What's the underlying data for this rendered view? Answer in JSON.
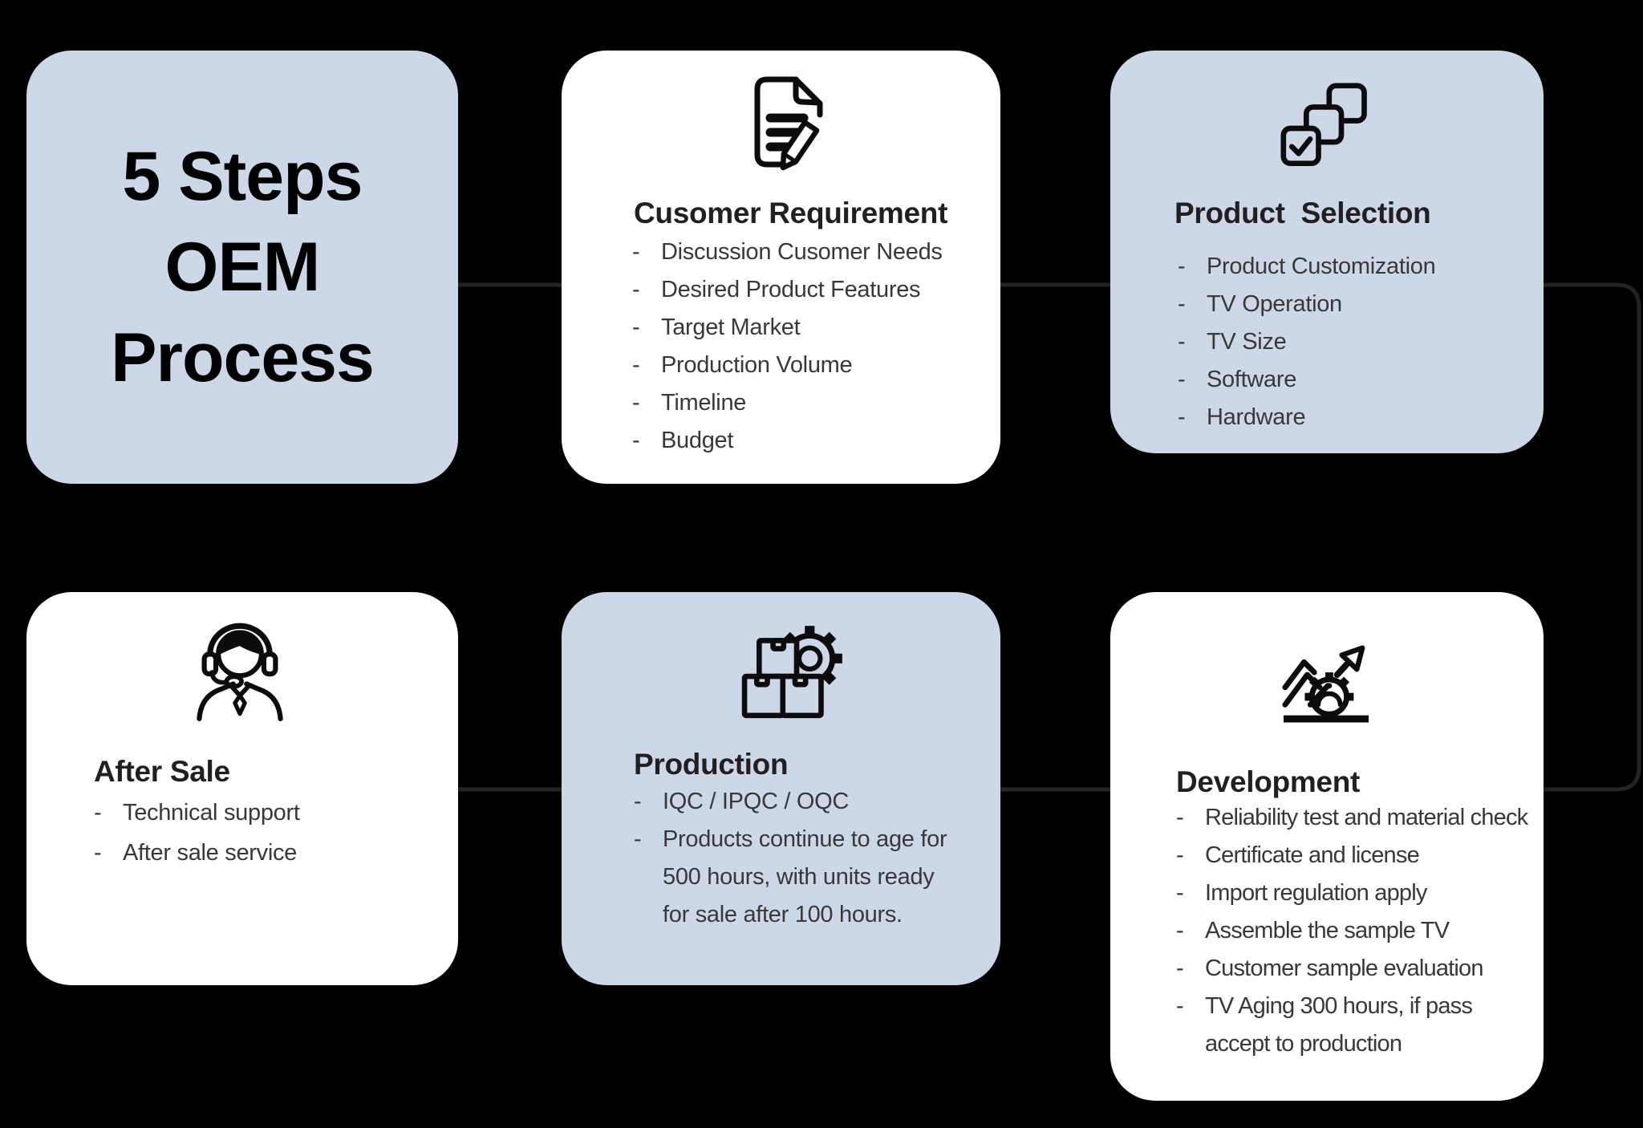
{
  "colors": {
    "background": "#000000",
    "card_blue": "#ccd8e8",
    "card_white": "#ffffff",
    "line_color": "#272324",
    "dot_color": "#141112",
    "title_color": "#231f20",
    "body_color": "#3a3739",
    "icon_color": "#0d0b0c"
  },
  "ui": {
    "list_marker": "-"
  },
  "header": {
    "title_lines": [
      "5 Steps",
      "OEM",
      "Process"
    ]
  },
  "cards": {
    "customer_requirement": {
      "title": "Cusomer Requirement",
      "icon": "document-edit-icon",
      "items": [
        "Discussion Cusomer Needs",
        "Desired Product Features",
        "Target Market",
        "Production Volume",
        "Timeline",
        "Budget"
      ]
    },
    "product_selection": {
      "title": "Product  Selection",
      "icon": "stacked-squares-check-icon",
      "items": [
        "Product Customization",
        "TV Operation",
        "TV Size",
        "Software",
        "Hardware"
      ]
    },
    "after_sale": {
      "title": "After Sale",
      "icon": "headset-agent-icon",
      "items": [
        "Technical support",
        "After sale service"
      ]
    },
    "production": {
      "title": "Production",
      "icon": "boxes-gear-icon",
      "items": [
        "IQC / IPQC / OQC",
        "Products continue to age for\n500 hours, with units ready\nfor sale after 100 hours."
      ]
    },
    "development": {
      "title": "Development",
      "icon": "growth-arrow-gear-icon",
      "items": [
        "Reliability test and material check",
        "Certificate and license",
        "Import regulation apply",
        "Assemble the sample TV",
        "Customer sample evaluation",
        "TV Aging 300 hours, if pass\naccept to production"
      ]
    }
  }
}
